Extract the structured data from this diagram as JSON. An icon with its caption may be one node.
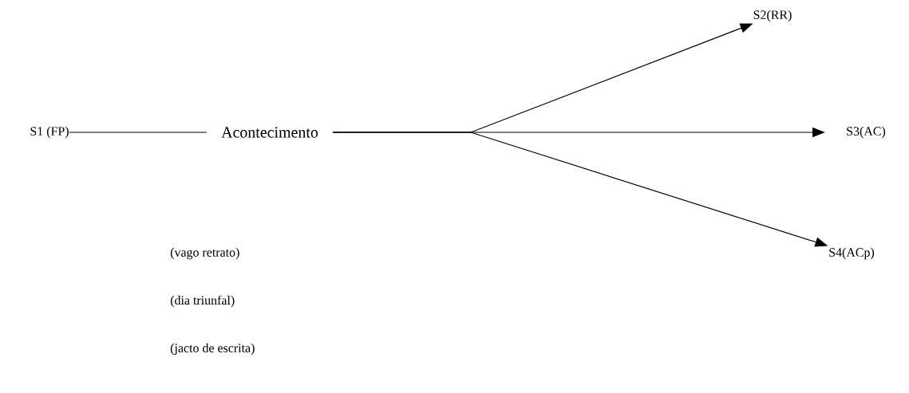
{
  "diagram": {
    "nodes": [
      {
        "text": [
          "S1 (FP)"
        ]
      },
      {
        "text": [
          "Acontecimento"
        ]
      },
      {
        "text": [
          "S2(RR)"
        ]
      },
      {
        "text": [
          "S3(AC)"
        ]
      },
      {
        "text": [
          "S4(ACp)"
        ]
      }
    ],
    "edges": [
      {
        "from": 0,
        "to": 1,
        "arrow": "none"
      },
      {
        "from": 1,
        "to": 2,
        "arrow": "to"
      },
      {
        "from": 1,
        "to": 3,
        "arrow": "to"
      },
      {
        "from": 1,
        "to": 4,
        "arrow": "to"
      }
    ],
    "labels": [
      "(vago retrato)",
      "(dia triunfal)",
      "(jacto de escrita)"
    ]
  }
}
